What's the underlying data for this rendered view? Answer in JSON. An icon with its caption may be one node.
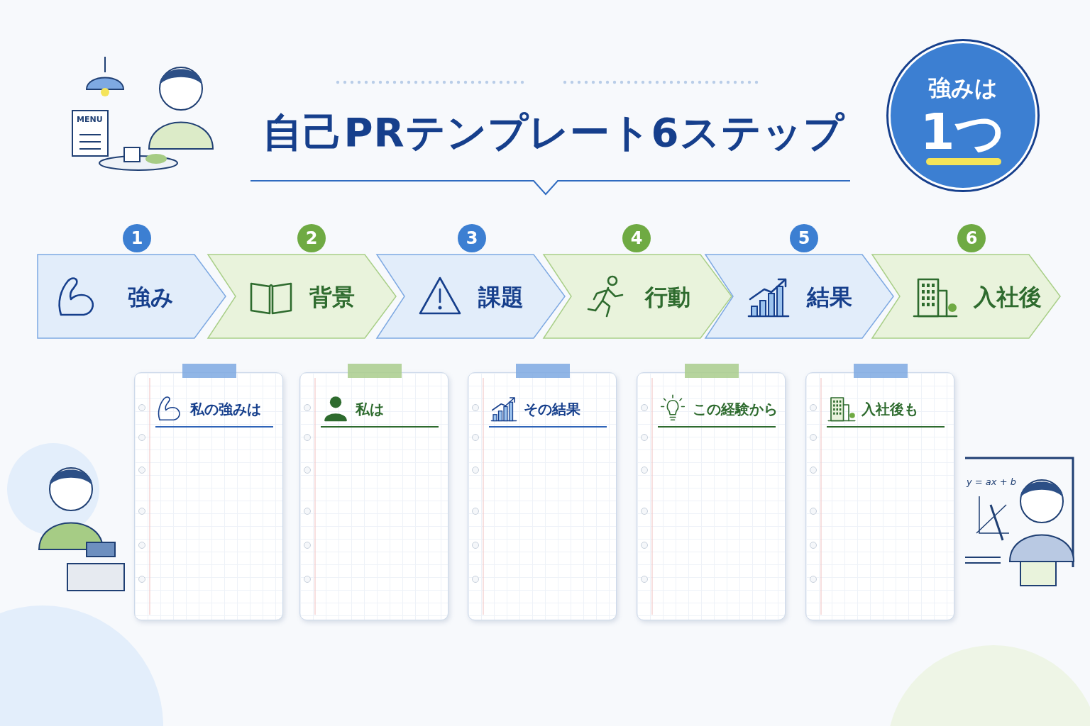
{
  "diagram": {
    "title": "自己PRテンプレート6ステップ",
    "nodes": [
      {
        "text": [
          "強みは",
          "1つ"
        ]
      },
      {
        "text": [
          "強み"
        ],
        "beside": [
          "1"
        ]
      },
      {
        "text": [
          "背景"
        ],
        "beside": [
          "2"
        ]
      },
      {
        "text": [
          "課題"
        ],
        "beside": [
          "3"
        ]
      },
      {
        "text": [
          "行動"
        ],
        "beside": [
          "4"
        ]
      },
      {
        "text": [
          "結果"
        ],
        "beside": [
          "5"
        ]
      },
      {
        "text": [
          "入社後"
        ],
        "beside": [
          "6"
        ]
      },
      {
        "text": [
          "私の強みは"
        ]
      },
      {
        "text": [
          "私は"
        ]
      },
      {
        "text": [
          "その結果"
        ]
      },
      {
        "text": [
          "この経験から"
        ]
      },
      {
        "text": [
          "入社後も"
        ]
      }
    ],
    "edges": [],
    "labels": [
      "MENU",
      "y = ax + b"
    ]
  }
}
